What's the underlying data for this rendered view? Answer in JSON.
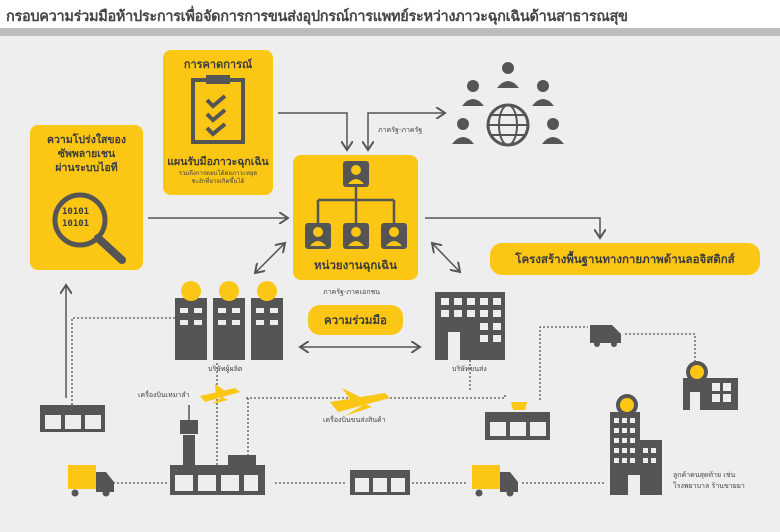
{
  "title": "กรอบความร่วมมือห้าประการเพื่อจัดการการขนส่งอุปกรณ์การแพทย์ระหว่างภาวะฉุกเฉินด้านสาธารณสุข",
  "colors": {
    "accent": "#fbc614",
    "icon": "#555555",
    "background": "#eeeeee"
  },
  "forecast": {
    "heading": "การคาดการณ์",
    "plan": "แผนรับมือภาวะฉุกเฉิน",
    "note_line1": "รวมถึงการตอบโต้ต่อภาวะหยุด",
    "note_line2": "ชะงักที่อาจเกิดขึ้นได้",
    "icon": "clipboard-check-icon"
  },
  "transparency": {
    "line1": "ความโปร่งใสของ",
    "line2": "ซัพพลายเชน",
    "line3": "ผ่านระบบไอที",
    "binary1": "10101",
    "binary2": "10101",
    "icon": "magnifier-icon"
  },
  "government": {
    "label": "ภาครัฐ-ภาครัฐ",
    "icon": "people-globe-icon"
  },
  "emergency": {
    "label": "หน่วยงานฉุกเฉิน",
    "sublabel": "ภาครัฐ-ภาคเอกชน",
    "icon": "org-chart-icon"
  },
  "logistics": {
    "label": "โครงสร้างพื้นฐานทางกายภาพด้านลอจิสติกส์"
  },
  "cooperation": {
    "label": "ความร่วมมือ"
  },
  "manufacturer": {
    "label": "บริษัทผู้ผลิต"
  },
  "transport": {
    "label": "บริษัทขนส่ง"
  },
  "charter": {
    "label": "เครื่องบินเหมาลำ"
  },
  "cargo": {
    "label": "เครื่องบินขนส่งสินค้า"
  },
  "customer": {
    "line1": "ลูกค้าคนสุดท้าย เช่น",
    "line2": "โรงพยาบาล ร้านขายยา"
  }
}
